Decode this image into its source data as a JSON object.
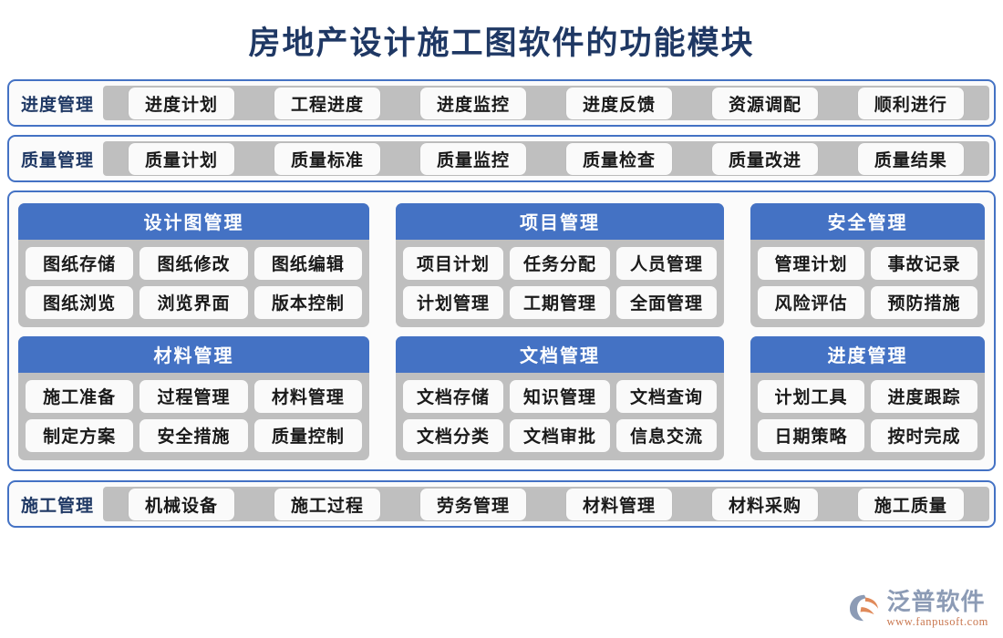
{
  "title": "房地产设计施工图软件的功能模块",
  "top_strips": [
    {
      "label": "进度管理",
      "items": [
        "进度计划",
        "工程进度",
        "进度监控",
        "进度反馈",
        "资源调配",
        "顺利进行"
      ]
    },
    {
      "label": "质量管理",
      "items": [
        "质量计划",
        "质量标准",
        "质量监控",
        "质量检查",
        "质量改进",
        "质量结果"
      ]
    }
  ],
  "cards": [
    {
      "title": "设计图管理",
      "rows": [
        [
          "图纸存储",
          "图纸修改",
          "图纸编辑"
        ],
        [
          "图纸浏览",
          "浏览界面",
          "版本控制"
        ]
      ]
    },
    {
      "title": "项目管理",
      "rows": [
        [
          "项目计划",
          "任务分配",
          "人员管理"
        ],
        [
          "计划管理",
          "工期管理",
          "全面管理"
        ]
      ]
    },
    {
      "title": "安全管理",
      "rows": [
        [
          "管理计划",
          "事故记录"
        ],
        [
          "风险评估",
          "预防措施"
        ]
      ]
    },
    {
      "title": "材料管理",
      "rows": [
        [
          "施工准备",
          "过程管理",
          "材料管理"
        ],
        [
          "制定方案",
          "安全措施",
          "质量控制"
        ]
      ]
    },
    {
      "title": "文档管理",
      "rows": [
        [
          "文档存储",
          "知识管理",
          "文档查询"
        ],
        [
          "文档分类",
          "文档审批",
          "信息交流"
        ]
      ]
    },
    {
      "title": "进度管理",
      "rows": [
        [
          "计划工具",
          "进度跟踪"
        ],
        [
          "日期策略",
          "按时完成"
        ]
      ]
    }
  ],
  "bottom_strip": {
    "label": "施工管理",
    "items": [
      "机械设备",
      "施工过程",
      "劳务管理",
      "材料管理",
      "材料采购",
      "施工质量"
    ]
  },
  "footer": {
    "brand": "泛普软件",
    "url": "www.fanpusoft.com"
  },
  "colors": {
    "accent_blue": "#4472C4",
    "title_navy": "#1F3864",
    "card_gray": "#BFBFBF",
    "chip_white": "#FAFAFA",
    "logo_gray": "#8C9BB5",
    "logo_orange": "#E08A5A"
  }
}
